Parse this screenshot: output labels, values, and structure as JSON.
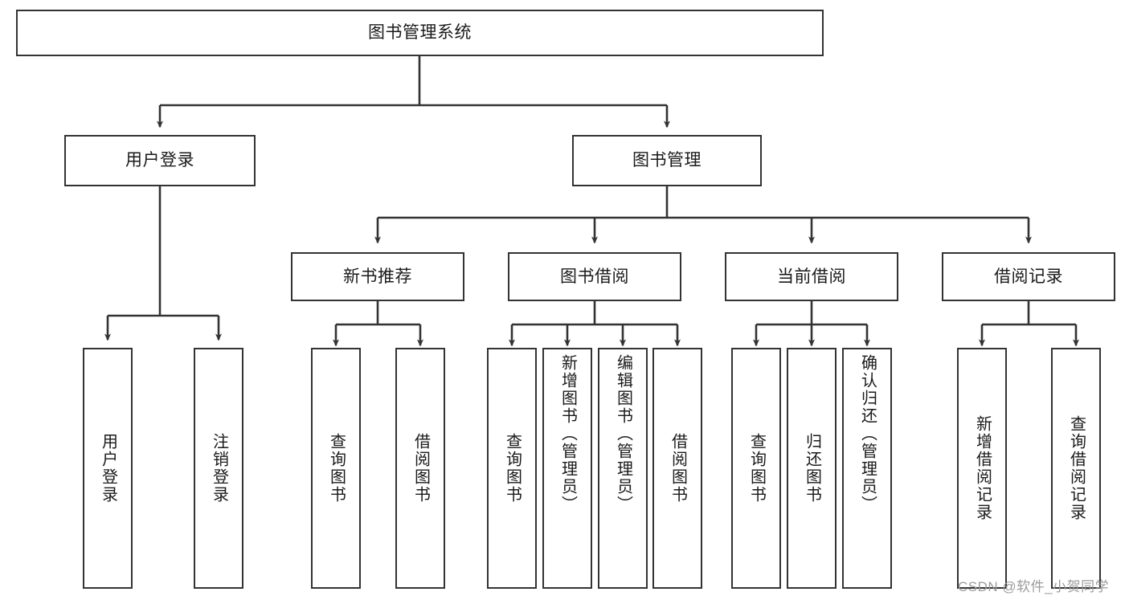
{
  "diagram": {
    "type": "tree",
    "title": "图书管理系统",
    "watermark": "CSDN @软件_小贺同学",
    "colors": {
      "box_border": "#333333",
      "box_fill": "#ffffff",
      "connector": "#333333",
      "text": "#1a1a1a",
      "watermark": "#9b9b9b",
      "background": "#ffffff"
    },
    "levels": {
      "root": {
        "label": "图书管理系统"
      },
      "level2": [
        {
          "label": "用户登录"
        },
        {
          "label": "图书管理"
        }
      ],
      "level3": [
        {
          "label": "新书推荐"
        },
        {
          "label": "图书借阅"
        },
        {
          "label": "当前借阅"
        },
        {
          "label": "借阅记录"
        }
      ],
      "leaves": {
        "user_login": [
          {
            "label": "用户登录"
          },
          {
            "label": "注销登录"
          }
        ],
        "new_book_recommend": [
          {
            "label": "查询图书"
          },
          {
            "label": "借阅图书"
          }
        ],
        "book_borrow": [
          {
            "label": "查询图书"
          },
          {
            "label": "新增图书（管理员）"
          },
          {
            "label": "编辑图书（管理员）"
          },
          {
            "label": "借阅图书"
          }
        ],
        "current_borrow": [
          {
            "label": "查询图书"
          },
          {
            "label": "归还图书"
          },
          {
            "label": "确认归还（管理员）"
          }
        ],
        "borrow_record": [
          {
            "label": "新增借阅记录"
          },
          {
            "label": "查询借阅记录"
          }
        ]
      }
    }
  }
}
